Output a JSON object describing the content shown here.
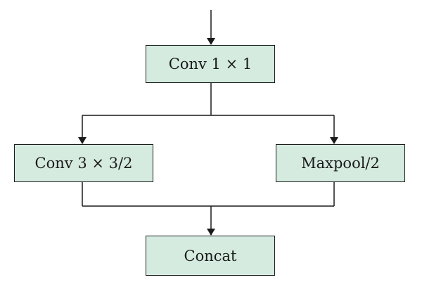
{
  "diagram": {
    "fill_color": "#d5ebe0",
    "line_color": "#1a1a1a",
    "nodes": {
      "conv1": "Conv 1 × 1",
      "conv3": "Conv 3 × 3/2",
      "maxpool": "Maxpool/2",
      "concat": "Concat"
    }
  }
}
